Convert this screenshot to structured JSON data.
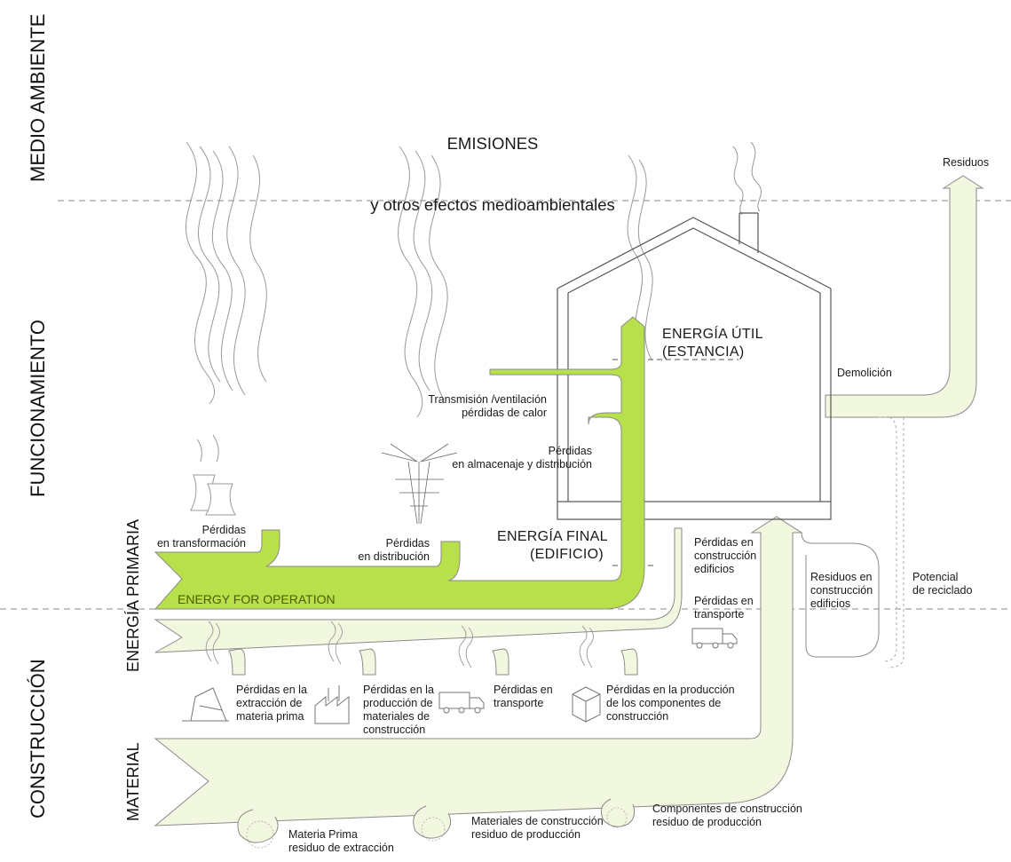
{
  "title": {
    "line1": "EMISIONES",
    "line2": "y otros efectos medioambientales"
  },
  "zones": {
    "medio_ambiente": "MEDIO AMBIENTE",
    "funcionamiento": "FUNCIONAMIENTO",
    "construccion": "CONSTRUCCIÓN"
  },
  "flows": {
    "energia_primaria": "ENERGÍA PRIMARIA",
    "material": "MATERIAL",
    "energy_for_operation": "ENERGY FOR OPERATION"
  },
  "labels": {
    "residuos": "Residuos",
    "energia_util": "ENERGÍA ÚTIL\n(ESTANCIA)",
    "demolicion": "Demolición",
    "transmision": "Transmisión /ventilación\npérdidas de calor",
    "almacenaje": "Pérdidas\nen almacenaje y distribución",
    "transformacion": "Pérdidas\nen transformación",
    "distribucion": "Pérdidas\nen distribución",
    "energia_final": "ENERGÍA FINAL\n(EDIFICIO)",
    "perdidas_construccion_edificios": "Pérdidas en\nconstrucción\nedificios",
    "perdidas_transporte_top": "Pérdidas en\ntransporte",
    "residuos_construccion": "Residuos en\nconstrucción\nedificios",
    "potencial_reciclado": "Potencial\nde reciclado",
    "extraccion": "Pérdidas en la\nextracción de\nmateria prima",
    "produccion_materiales": "Pérdidas en la\nproducción de\nmateriales de\nconstrucción",
    "transporte_bottom": "Pérdidas en\ntransporte",
    "produccion_componentes": "Pérdidas en la producción\nde los componentes de\nconstrucción",
    "materia_prima": "Materia Prima\nresiduo de extracción",
    "materiales_residuo": "Materiales de construcción\nresiduo de producción",
    "componentes_residuo": "Componentes de construcción\nresiduo de producción"
  },
  "colors": {
    "energy_green": "#b7e04a",
    "pale_green": "#f2f8df",
    "outline": "#8a8a8a",
    "house_stroke": "#555555",
    "dashed": "#888888"
  }
}
